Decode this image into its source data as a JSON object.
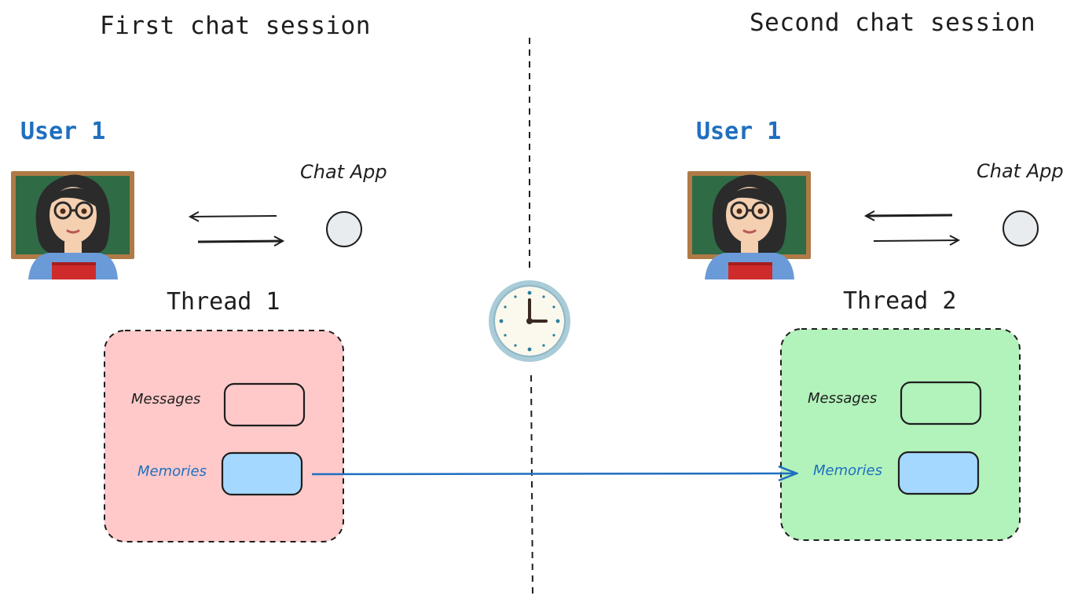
{
  "left": {
    "session_title": "First chat session",
    "user_label": "User 1",
    "app_label": "Chat App",
    "thread_label": "Thread 1",
    "messages_label": "Messages",
    "memories_label": "Memories",
    "thread_color": "#ffc9c9"
  },
  "right": {
    "session_title": "Second chat session",
    "user_label": "User 1",
    "app_label": "Chat App",
    "thread_label": "Thread 2",
    "messages_label": "Messages",
    "memories_label": "Memories",
    "thread_color": "#b2f2bb"
  },
  "colors": {
    "accent": "#1f6fc0",
    "memories_fill": "#a5d8ff",
    "node_fill": "#e9ecef",
    "stroke": "#1e1e1e"
  },
  "icons": {
    "user": "teacher-avatar-icon",
    "clock": "clock-icon",
    "app": "chat-app-node-icon"
  }
}
